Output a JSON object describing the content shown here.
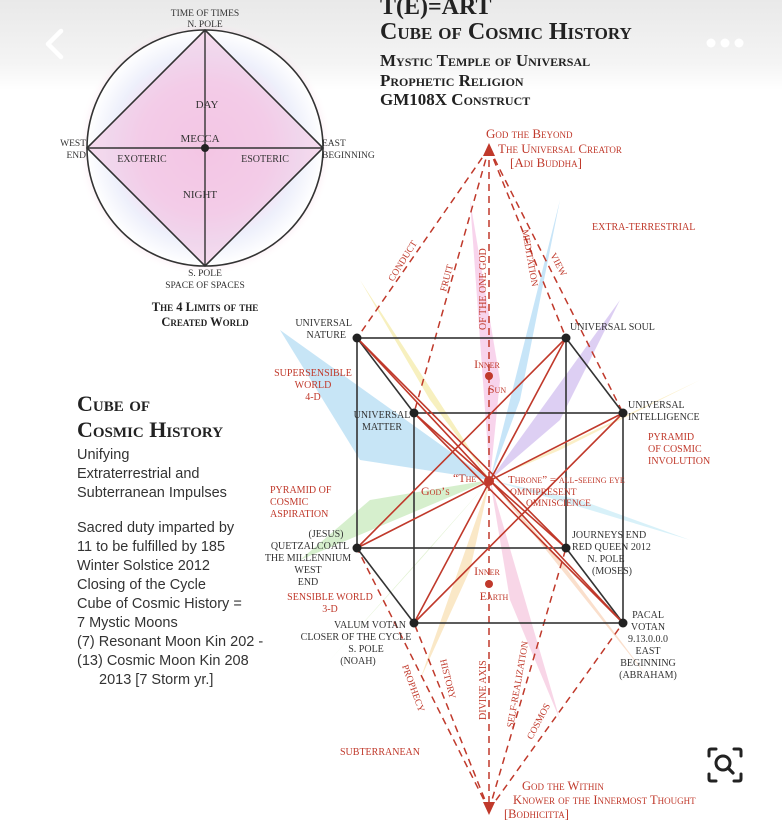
{
  "toolbar": {
    "back_icon": "chevron-left-icon",
    "more_icon": "more-dots-icon",
    "lens_icon": "image-search-icon"
  },
  "poster": {
    "title_line1": "T(E)=ART",
    "title_line2": "Cube of Cosmic History",
    "subtitle_line1": "Mystic Temple of Universal",
    "subtitle_line2": "Prophetic Religion",
    "subtitle_line3": "GM108X Construct"
  },
  "circle": {
    "top1": "TIME OF TIMES",
    "top2": "N. POLE",
    "bottom1": "S. POLE",
    "bottom2": "SPACE OF SPACES",
    "west1": "WEST",
    "west2": "END",
    "east1": "EAST",
    "east2": "BEGINNING",
    "day": "DAY",
    "night": "NIGHT",
    "mecca": "MECCA",
    "exoteric": "EXOTERIC",
    "esoteric": "ESOTERIC",
    "caption1": "The 4 Limits of the",
    "caption2": "Created World"
  },
  "cube_heading": {
    "line1": "Cube of",
    "line2": "Cosmic History"
  },
  "blurb": {
    "lines_a": [
      "Unifying",
      "Extraterrestrial and",
      "Subterranean Impulses"
    ],
    "lines_b": [
      "Sacred duty imparted by",
      "11 to be fulfilled by 185",
      "Winter Solstice 2012",
      "Closing of the Cycle",
      "Cube of Cosmic History =",
      "7 Mystic Moons",
      "(7) Resonant Moon Kin 202 -",
      "(13) Cosmic Moon Kin 208",
      "2013 [7 Storm yr.]"
    ]
  },
  "diagram": {
    "god_beyond1": "God the Beyond",
    "god_beyond2": "The Universal Creator",
    "god_beyond3": "[Adi Buddha]",
    "extra_terrestrial": "EXTRA-TERRESTRIAL",
    "conduct": "CONDUCT",
    "fruit": "FRUIT",
    "one_god": "OF THE ONE GOD",
    "meditation": "MEDITATION",
    "view": "VIEW",
    "universal_nature1": "UNIVERSAL",
    "universal_nature2": "NATURE",
    "universal_soul": "UNIVERSAL SOUL",
    "supersensible1": "SUPERSENSIBLE",
    "supersensible2": "WORLD",
    "supersensible3": "4-D",
    "inner_sun1": "Inner",
    "inner_sun2": "Sun",
    "universal_matter1": "UNIVERSAL",
    "universal_matter2": "MATTER",
    "universal_intel1": "UNIVERSAL",
    "universal_intel2": "INTELLIGENCE",
    "pyr_inv1": "PYRAMID",
    "pyr_inv2": "OF COSMIC",
    "pyr_inv3": "INVOLUTION",
    "throne1": "“The",
    "throne2": "God’s",
    "throne3": "Throne” = all-seeing eye",
    "throne4": "OMNIPRESENT",
    "throne5": "OMNISCIENCE",
    "pyr_asp1": "PYRAMID OF",
    "pyr_asp2": "COSMIC",
    "pyr_asp3": "ASPIRATION",
    "quetz1": "(JESUS)",
    "quetz2": "QUETZALCOATL",
    "quetz3": "THE MILLENNIUM",
    "quetz4": "WEST",
    "quetz5": "END",
    "journeys1": "JOURNEYS END",
    "journeys2": "RED QUEEN 2012",
    "journeys3": "N. POLE",
    "journeys4": "(MOSES)",
    "inner_earth1": "Inner",
    "inner_earth2": "Earth",
    "sensible1": "SENSIBLE WORLD",
    "sensible2": "3-D",
    "valum1": "VALUM VOTAN",
    "valum2": "CLOSER OF THE CYCLE",
    "valum3": "S. POLE",
    "valum4": "(NOAH)",
    "pacal1": "PACAL",
    "pacal2": "VOTAN",
    "pacal3": "9.13.0.0.0",
    "pacal4": "EAST",
    "pacal5": "BEGINNING",
    "pacal6": "(ABRAHAM)",
    "prophecy": "PROPHECY",
    "history": "HISTORY",
    "divine_axis": "DIVINE AXIS",
    "self_real": "SELF-REALIZATION",
    "cosmos": "COSMOS",
    "subterranean": "SUBTERRANEAN",
    "god_within1": "God the Within",
    "god_within2": "Knower of the Innermost Thought",
    "god_within3": "[Bodhicitta]"
  }
}
